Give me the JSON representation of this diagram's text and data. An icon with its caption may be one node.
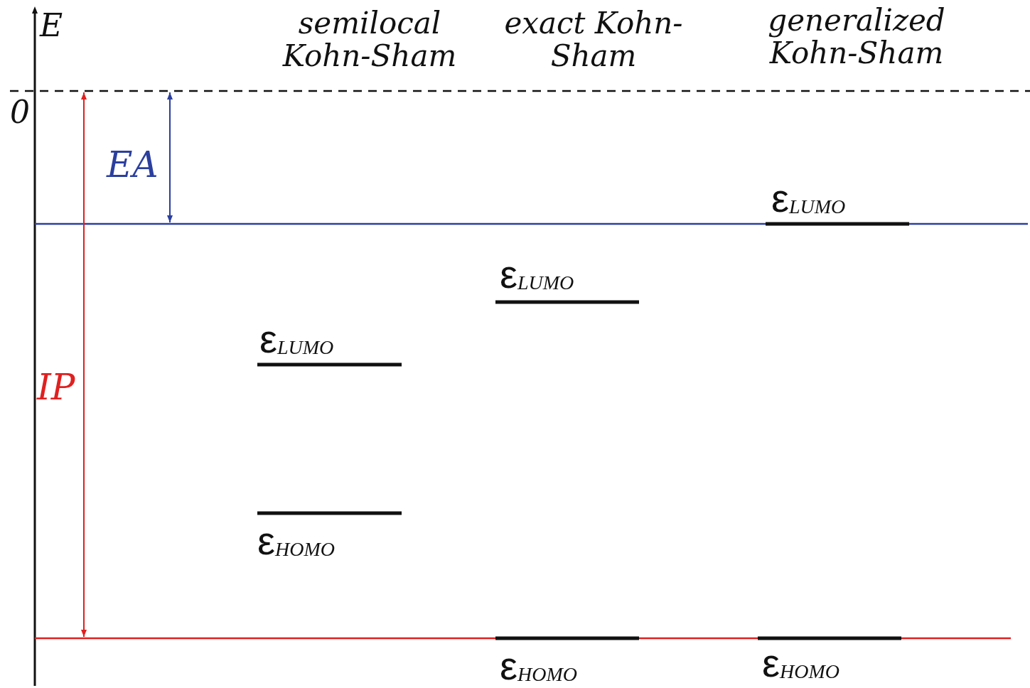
{
  "diagram": {
    "labels": [
      "E",
      "semilocal Kohn-Sham",
      "exact Kohn-Sham",
      "generalized Kohn-Sham",
      "0",
      "EA",
      "ε$_{LUMO}$",
      "ε$_{LUMO}$",
      "ε$_{LUMO}$",
      "IP",
      "ε$_{HOMO}$",
      "ε$_{HOMO}$",
      "ε$_{HOMO}$"
    ]
  }
}
